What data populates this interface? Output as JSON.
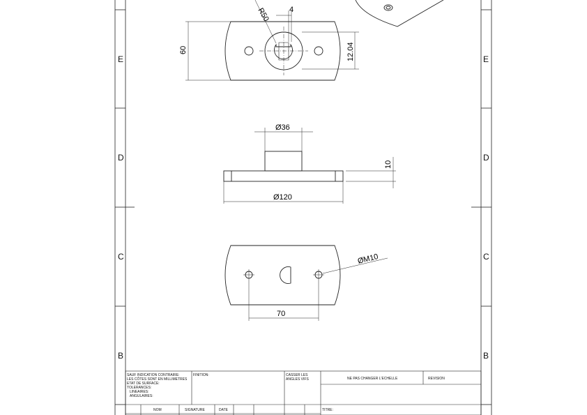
{
  "zones": {
    "left": [
      "E",
      "D",
      "C",
      "B"
    ],
    "right": [
      "E",
      "D",
      "C",
      "B"
    ]
  },
  "dimensions": {
    "top_radius": "R50",
    "keyway_width": "4",
    "key_depth": "12.04",
    "plate_height": "60",
    "hub_diameter": "Ø36",
    "flange_thickness": "10",
    "plate_diameter": "Ø120",
    "thread": "ØM10",
    "hole_spacing": "70"
  },
  "title_block": {
    "general_tolerance": [
      "SAUF INDICATION CONTRAIRE:",
      "LES CÔTES SONT EN MILLIMETRES",
      "ETAT DE SURFACE:",
      "TOLERANCES:",
      "LINEAIRES:",
      "ANGULAIRES:"
    ],
    "finish_label": "FINITION:",
    "break_edges": [
      "CASSER LES",
      "ANGLES VIFS"
    ],
    "no_scale": "NE PAS CHANGER L'ECHELLE",
    "revision": "REVISION",
    "col_nom": "NOM",
    "col_signature": "SIGNATURE",
    "col_date": "DATE",
    "title_label": "TITRE:"
  }
}
